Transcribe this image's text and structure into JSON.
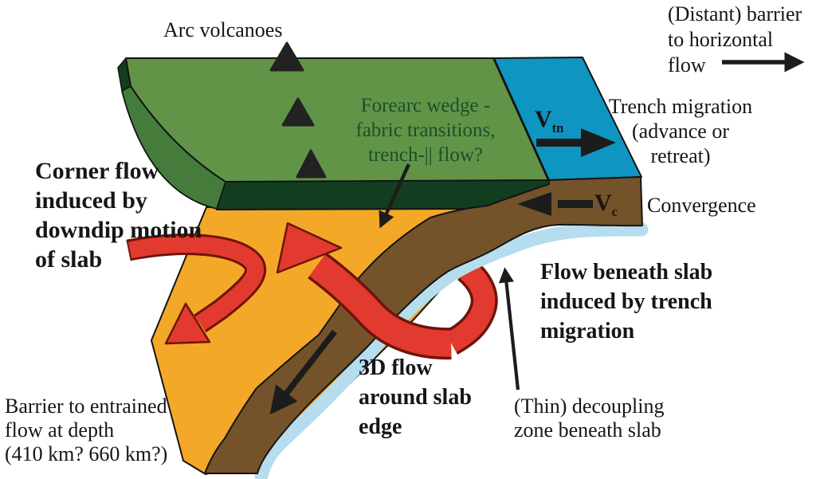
{
  "colors": {
    "plate_green": "#629447",
    "plate_green_dark": "#123e20",
    "plate_green_cut": "#457c3b",
    "text_green": "#17502b",
    "ocean_blue": "#0f95c2",
    "slab_brown": "#74532a",
    "decouple_blue": "#b5ddee",
    "mantle_orange": "#f4a827",
    "flow_red": "#e23a2e",
    "flow_red_dark": "#6e140b",
    "ink": "#161616"
  },
  "figure": {
    "labels": {
      "arc_volcanoes": {
        "text": "Arc volcanoes"
      },
      "distant_barrier": {
        "lines": [
          "(Distant) barrier",
          "to horizontal",
          "flow"
        ]
      },
      "forearc_wedge": {
        "lines": [
          "Forearc wedge -",
          "fabric transitions,",
          "trench-|| flow?"
        ]
      },
      "trench_migration": {
        "lines": [
          "Trench migration",
          "(advance or",
          "retreat)"
        ]
      },
      "velocity_trench_normal": {
        "symbol": "V",
        "subscript": "tn"
      },
      "velocity_convergence": {
        "symbol": "V",
        "subscript": "c"
      },
      "convergence": {
        "text": "Convergence"
      },
      "corner_flow": {
        "lines": [
          "Corner flow",
          "induced by",
          "downdip motion",
          "of slab"
        ]
      },
      "flow_beneath_slab": {
        "lines": [
          "Flow beneath slab",
          "induced by trench",
          "migration"
        ]
      },
      "flow_3d": {
        "lines": [
          "3D flow",
          "around slab",
          "edge"
        ]
      },
      "barrier_depth": {
        "lines": [
          "Barrier to entrained",
          "flow at depth",
          "(410 km? 660 km?)"
        ]
      },
      "decoupling_zone": {
        "lines": [
          "(Thin) decoupling",
          "zone beneath slab"
        ]
      }
    }
  }
}
